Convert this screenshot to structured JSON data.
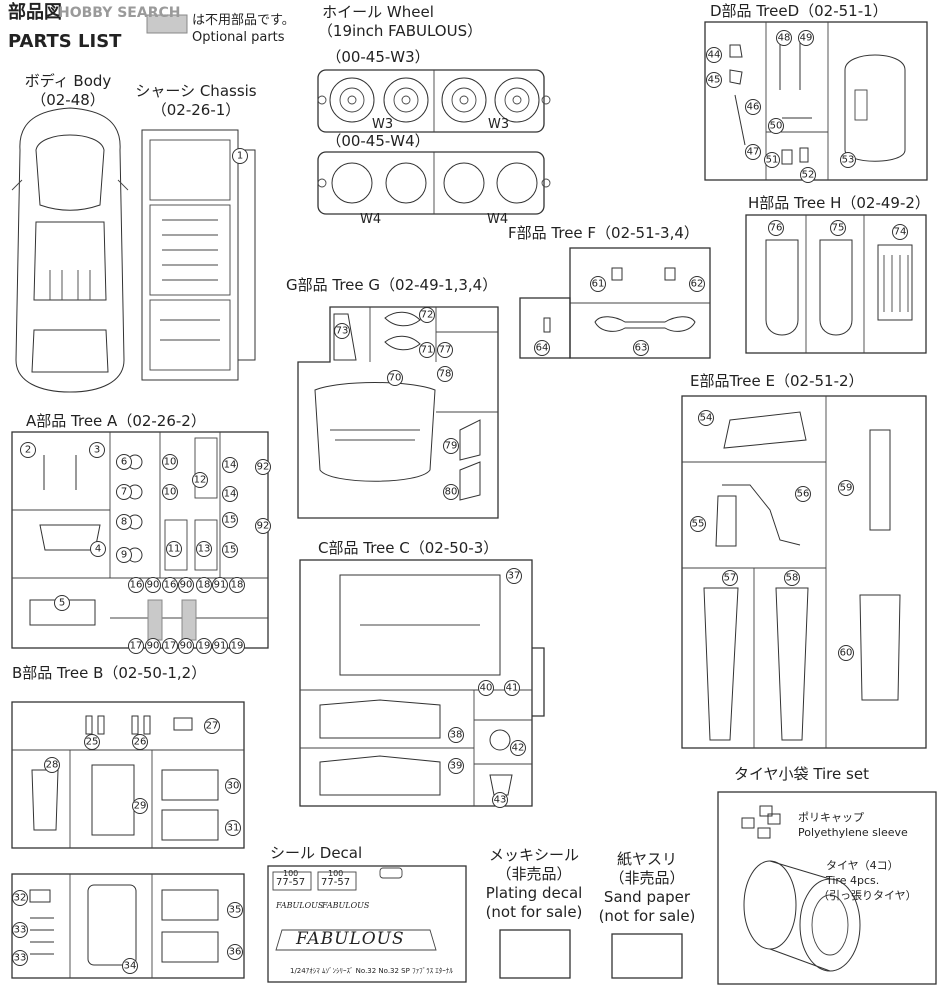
{
  "header": {
    "title_jp": "部品図",
    "title_en": "PARTS LIST",
    "watermark": "HOBBY SEARCH",
    "legend_jp": "は不用部品です。",
    "legend_en": "Optional parts"
  },
  "sections": {
    "body": {
      "name": "ボディ Body",
      "code": "（02-48）"
    },
    "chassis": {
      "name": "シャーシ Chassis",
      "code": "（02-26-1）"
    },
    "wheel": {
      "name": "ホイール Wheel",
      "sub": "（19inch FABULOUS）",
      "w3_code": "（00-45-W3）",
      "w4_code": "（00-45-W4）",
      "w3": "W3",
      "w4": "W4"
    },
    "tree_d": {
      "name": "D部品 TreeD",
      "code": "（02-51-1）"
    },
    "tree_h": {
      "name": "H部品 Tree H",
      "code": "（02-49-2）"
    },
    "tree_f": {
      "name": "F部品 Tree F",
      "code": "（02-51-3,4）"
    },
    "tree_g": {
      "name": "G部品 Tree G",
      "code": "（02-49-1,3,4）"
    },
    "tree_e": {
      "name": "E部品Tree E",
      "code": "（02-51-2）"
    },
    "tree_a": {
      "name": "A部品 Tree A",
      "code": "（02-26-2）"
    },
    "tree_c": {
      "name": "C部品 Tree C",
      "code": "（02-50-3）"
    },
    "tree_b": {
      "name": "B部品 Tree B",
      "code": "（02-50-1,2）"
    },
    "decal": {
      "name": "シール Decal",
      "plate1": "77-57",
      "plate_top": "100",
      "brand": "FABULOUS",
      "brand_small": "FABULOUS",
      "footer": "1/24ｱｵｼﾏ ﾑｿﾞﾝｼﾘｰｽﾞ No.32 No.32 SP ﾌｧﾌﾞﾗｽ ｴﾀｰﾅﾙ"
    },
    "plating": {
      "jp": "メッキシール",
      "sub": "（非売品）",
      "en1": "Plating decal",
      "en2": "(not for sale)"
    },
    "sandpaper": {
      "jp": "紙ヤスリ",
      "sub": "（非売品）",
      "en1": "Sand paper",
      "en2": "(not for sale)"
    },
    "tire_set": {
      "name": "タイヤ小袋 Tire set",
      "poly_jp": "ポリキャップ",
      "poly_en": "Polyethylene sleeve",
      "tire_jp": "タイヤ（4コ）",
      "tire_en": "Tire 4pcs.",
      "tire_note": "（引っ張りタイヤ）"
    }
  },
  "part_numbers": {
    "chassis": [
      "1"
    ],
    "tree_d": [
      "44",
      "45",
      "46",
      "47",
      "48",
      "49",
      "50",
      "51",
      "52",
      "53"
    ],
    "tree_h": [
      "76",
      "75",
      "74"
    ],
    "tree_f": [
      "61",
      "62",
      "64",
      "63"
    ],
    "tree_g": [
      "73",
      "72",
      "71",
      "77",
      "78",
      "70",
      "79",
      "80"
    ],
    "tree_e": [
      "54",
      "55",
      "56",
      "59",
      "57",
      "58",
      "60"
    ],
    "tree_a": [
      "2",
      "3",
      "4",
      "5",
      "6",
      "7",
      "8",
      "9",
      "10",
      "10",
      "11",
      "12",
      "13",
      "14",
      "14",
      "15",
      "15",
      "92",
      "92",
      "16",
      "90",
      "16",
      "90",
      "18",
      "91",
      "18",
      "17",
      "90",
      "17",
      "90",
      "19",
      "91",
      "19"
    ],
    "tree_c": [
      "37",
      "40",
      "41",
      "38",
      "42",
      "39",
      "43"
    ],
    "tree_b": [
      "27",
      "25",
      "26",
      "28",
      "29",
      "30",
      "31",
      "32",
      "33",
      "33",
      "34",
      "35",
      "36"
    ]
  },
  "colors": {
    "line": "#333333",
    "optional_gray": "#c9c9c9"
  }
}
